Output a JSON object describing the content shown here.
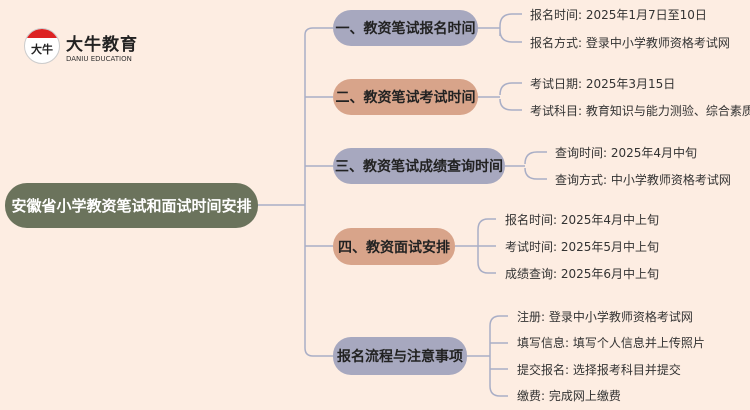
{
  "logo": {
    "mark": "大牛",
    "name": "大牛教育",
    "subtitle": "DANIU EDUCATION"
  },
  "root": "安徽省小学教资笔试和面试时间安排",
  "branches": [
    {
      "label": "一、教资笔试报名时间",
      "items": [
        "报名时间: 2025年1月7日至10日",
        "报名方式: 登录中小学教师资格考试网"
      ]
    },
    {
      "label": "二、教资笔试考试时间",
      "items": [
        "考试日期: 2025年3月15日",
        "考试科目: 教育知识与能力测验、综合素质"
      ]
    },
    {
      "label": "三、教资笔试成绩查询时间",
      "items": [
        "查询时间: 2025年4月中旬",
        "查询方式: 中小学教师资格考试网"
      ]
    },
    {
      "label": "四、教资面试安排",
      "items": [
        "报名时间: 2025年4月中上旬",
        "考试时间: 2025年5月中上旬",
        "成绩查询: 2025年6月中上旬"
      ]
    },
    {
      "label": "报名流程与注意事项",
      "items": [
        "注册: 登录中小学教师资格考试网",
        "填写信息: 填写个人信息并上传照片",
        "提交报名: 选择报考科目并提交",
        "缴费: 完成网上缴费"
      ]
    }
  ],
  "colors": {
    "root": "#6b735c",
    "gray": "#a7a8bf",
    "salmon": "#d8a48a",
    "line": "#a9aec6"
  }
}
